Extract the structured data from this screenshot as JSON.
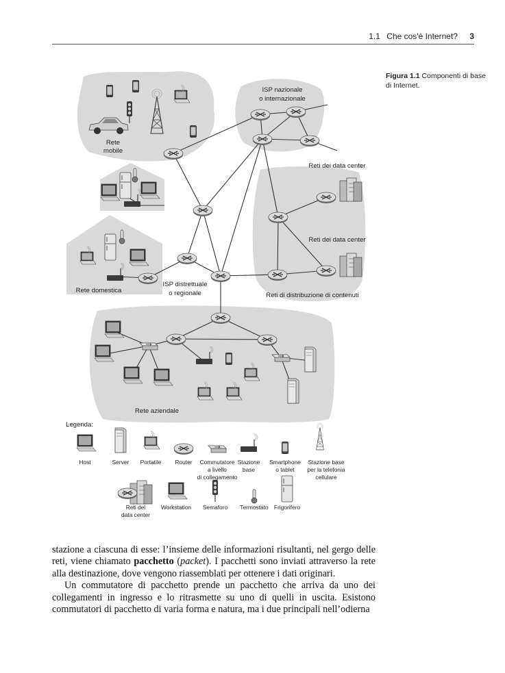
{
  "header": {
    "section": "1.1",
    "title": "Che cos'è Internet?",
    "page_number": "3"
  },
  "figure": {
    "caption_label": "Figura 1.1",
    "caption_text": "Componenti di base di Internet.",
    "labels": {
      "mobile_network": [
        "Rete",
        "mobile"
      ],
      "isp_national": [
        "ISP nazionale",
        "o internazionale"
      ],
      "datacenter_1": "Reti dei data center",
      "datacenter_2": "Reti dei data center",
      "home_network": "Rete domestica",
      "isp_regional": [
        "ISP distrettuale",
        "o regionale"
      ],
      "content_distribution": "Reti di distribuzione di contenuti",
      "enterprise_network": "Rete aziendale"
    },
    "legend_title": "Legenda:",
    "legend_row1": [
      {
        "icon": "host-icon",
        "label": [
          "Host"
        ]
      },
      {
        "icon": "server-icon",
        "label": [
          "Server"
        ]
      },
      {
        "icon": "laptop-icon",
        "label": [
          "Portatile"
        ]
      },
      {
        "icon": "router-icon",
        "label": [
          "Router"
        ]
      },
      {
        "icon": "link-switch-icon",
        "label": [
          "Commutatore",
          "a livello",
          "di collegamento"
        ]
      },
      {
        "icon": "base-station-icon",
        "label": [
          "Stazione",
          "base"
        ]
      },
      {
        "icon": "smartphone-icon",
        "label": [
          "Smartphone",
          "o tablet"
        ]
      },
      {
        "icon": "cell-tower-icon",
        "label": [
          "Stazione base",
          "per la telefonia",
          "cellulare"
        ]
      }
    ],
    "legend_row2": [
      {
        "icon": "datacenter-icon",
        "label": [
          "Reti dei",
          "data center"
        ]
      },
      {
        "icon": "workstation-icon",
        "label": [
          "Workstation"
        ]
      },
      {
        "icon": "traffic-light-icon",
        "label": [
          "Semaforo"
        ]
      },
      {
        "icon": "thermostat-icon",
        "label": [
          "Termostato"
        ]
      },
      {
        "icon": "fridge-icon",
        "label": [
          "Frigorifero"
        ]
      }
    ]
  },
  "body": {
    "p1_pre": "stazione a ciascuna di esse: l’insieme delle informazioni risultanti, nel gergo delle reti, viene chiamato ",
    "p1_bold": "pacchetto",
    "p1_mid": " (",
    "p1_italic": "packet",
    "p1_post": "). I pacchetti sono inviati attraverso la rete alla destinazione, dove vengono riassemblati per ottenere i dati originari.",
    "p2": "Un commutatore di pacchetto prende un pacchetto che arriva da uno dei collegamenti in ingresso e lo ritrasmette su uno di quelli in uscita. Esistono commutatori di pacchetto di varia forma e natura, ma i due principali nell’odierna"
  }
}
